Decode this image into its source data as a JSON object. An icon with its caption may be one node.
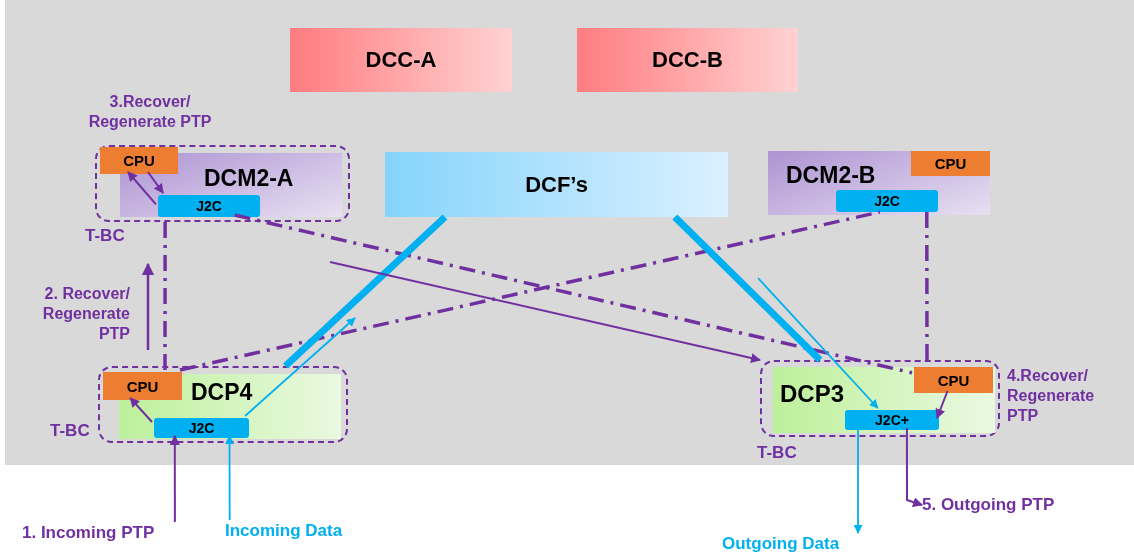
{
  "diagram": {
    "nodes": [
      {
        "text": [
          "DCC-A"
        ]
      },
      {
        "text": [
          "DCC-B"
        ]
      },
      {
        "text": [
          "T-BC"
        ]
      },
      {
        "text": [
          "CPU"
        ],
        "in": 2
      },
      {
        "text": [
          "DCM2-A"
        ],
        "in": 2
      },
      {
        "text": [
          "J2C"
        ],
        "in": 4
      },
      {
        "text": [
          "DCF’s"
        ]
      },
      {
        "text": [
          "DCM2-B"
        ]
      },
      {
        "text": [
          "CPU"
        ],
        "in": 7
      },
      {
        "text": [
          "J2C"
        ],
        "in": 7
      },
      {
        "text": [
          "T-BC"
        ]
      },
      {
        "text": [
          "CPU"
        ],
        "in": 10
      },
      {
        "text": [
          "DCP4"
        ],
        "in": 10
      },
      {
        "text": [
          "J2C"
        ],
        "in": 12
      },
      {
        "text": [
          "T-BC"
        ]
      },
      {
        "text": [
          "DCP3"
        ],
        "in": 14
      },
      {
        "text": [
          "CPU"
        ],
        "in": 15
      },
      {
        "text": [
          "J2C+"
        ],
        "in": 15
      },
      {
        "text": [
          "1. Incoming PTP"
        ]
      },
      {
        "text": [
          "Incoming Data"
        ]
      },
      {
        "text": [
          "Outgoing Data"
        ]
      },
      {
        "text": [
          "5. Outgoing PTP"
        ]
      }
    ],
    "edges": [
      {
        "from": 5,
        "to": 3,
        "arrow": "to"
      },
      {
        "from": 3,
        "to": 5,
        "arrow": "to"
      },
      {
        "from": 13,
        "to": 11,
        "arrow": "to"
      },
      {
        "from": 16,
        "to": 17,
        "arrow": "to"
      },
      {
        "from": 2,
        "to": 11,
        "arrow": "none",
        "style": "dashed"
      },
      {
        "from": 9,
        "to": 16,
        "arrow": "none",
        "style": "dashed"
      },
      {
        "from": 5,
        "to": 16,
        "arrow": "none",
        "style": "dashed"
      },
      {
        "from": 11,
        "to": 9,
        "arrow": "none",
        "style": "dashed"
      },
      {
        "from": 6,
        "to": 10,
        "arrow": "none",
        "style": "thick",
        "color": "#00b0f0"
      },
      {
        "from": 6,
        "to": 14,
        "arrow": "none",
        "style": "thick",
        "color": "#00b0f0"
      },
      {
        "from": 13,
        "to": null,
        "arrow": "to",
        "color": "#00b0f0"
      },
      {
        "from": null,
        "to": 17,
        "arrow": "to",
        "color": "#00b0f0"
      },
      {
        "from": null,
        "to": 14,
        "arrow": "to"
      },
      {
        "from": 18,
        "to": 13,
        "arrow": "to"
      },
      {
        "from": 19,
        "to": 13,
        "arrow": "to",
        "color": "#00b0f0"
      },
      {
        "from": 17,
        "to": 20,
        "arrow": "to",
        "color": "#00b0f0"
      },
      {
        "from": 17,
        "to": 21,
        "arrow": "to"
      }
    ],
    "labels": [
      "3.Recover/ Regenerate PTP",
      "2. Recover/ Regenerate PTP",
      "4.Recover/ Regenerate PTP"
    ]
  }
}
